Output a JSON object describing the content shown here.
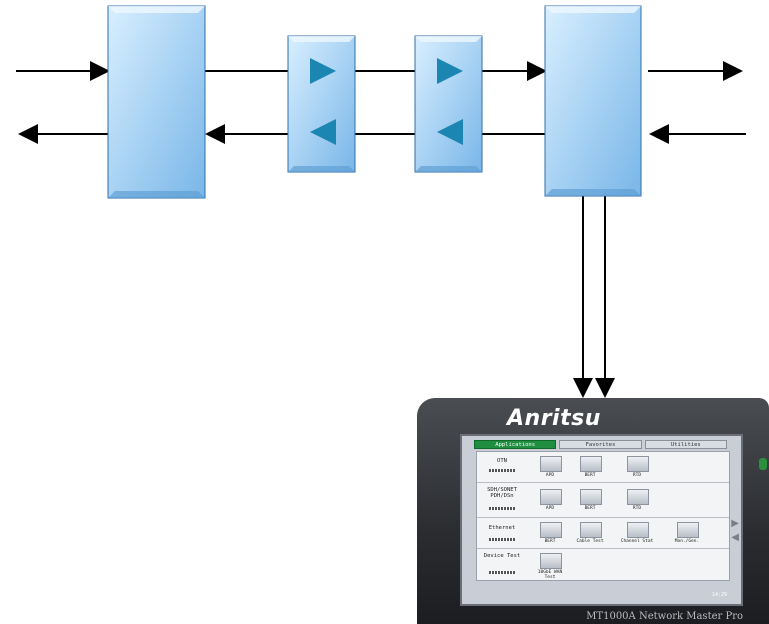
{
  "device": {
    "brand": "Anritsu",
    "model": "MT1000A Network Master Pro",
    "tabs": [
      "Applications",
      "Favorites",
      "Utilities"
    ],
    "categories": [
      {
        "name": "OTN",
        "apps": [
          "APD",
          "BERT",
          "RTD"
        ]
      },
      {
        "name": "SDH/SONET PDH/DSn",
        "apps": [
          "APD",
          "BERT",
          "RTD"
        ]
      },
      {
        "name": "Ethernet",
        "apps": [
          "BERT",
          "Cable Test",
          "Channel Stat",
          "Mon./Gen."
        ]
      },
      {
        "name": "Device Test",
        "apps": [
          "10GbE WAN Test"
        ]
      }
    ],
    "clock": "14:29"
  },
  "colors": {
    "box_fill": "#a9d4f7",
    "box_stroke": "#2f6ea8",
    "triangle": "#1c86b3",
    "tab_active": "#1f8f3f"
  }
}
